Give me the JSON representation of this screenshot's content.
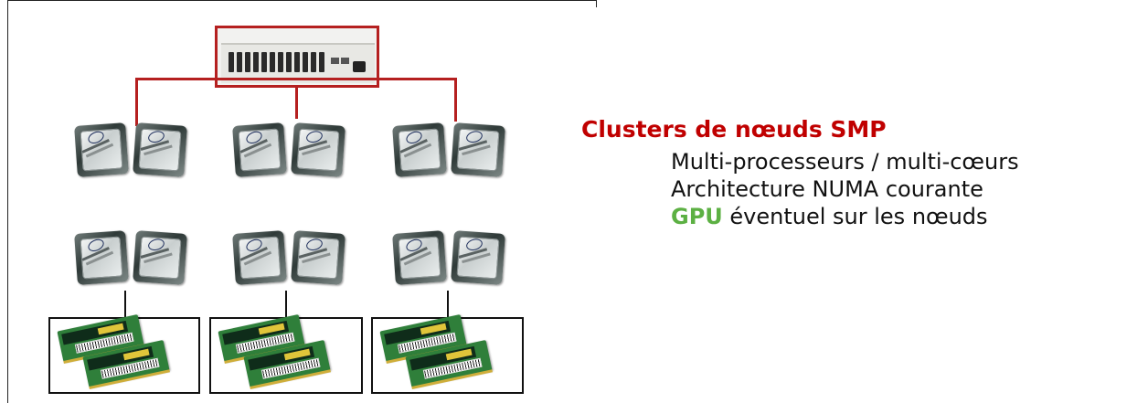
{
  "title": "Clusters de nœuds SMP",
  "items": [
    {
      "text": "Multi-processeurs / multi-cœurs"
    },
    {
      "text": "Architecture NUMA courante"
    },
    {
      "highlight": "GPU",
      "text": " éventuel sur les nœuds"
    }
  ],
  "colors": {
    "title": "#c00000",
    "connector": "#b52020",
    "highlight": "#5cb043",
    "text": "#111111"
  },
  "diagram": {
    "network_switch_icon": "network-switch-icon",
    "processor_icon": "processor-chip-icon",
    "memory_icon": "memory-module-icon",
    "node_count": 3,
    "processors_per_node": 4,
    "memory_modules_per_node": 2
  }
}
